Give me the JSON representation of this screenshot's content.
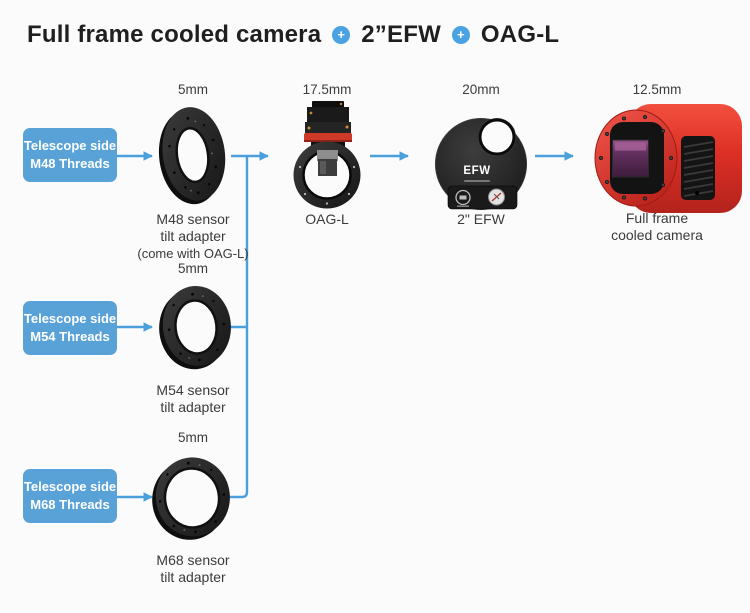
{
  "title": {
    "segment_camera": "Full frame cooled camera",
    "segment_efw": "2”EFW",
    "segment_oag": "OAG-L",
    "plus_glyph": "+"
  },
  "adapters": [
    {
      "box_line1": "Telescope side",
      "box_line2": "M48 Threads",
      "thickness": "5mm",
      "caption_line1": "M48 sensor",
      "caption_line2": "tilt adapter",
      "caption_line3": "(come with OAG-L)"
    },
    {
      "box_line1": "Telescope side",
      "box_line2": "M54 Threads",
      "thickness": "5mm",
      "caption_line1": "M54 sensor",
      "caption_line2": "tilt adapter"
    },
    {
      "box_line1": "Telescope side",
      "box_line2": "M68 Threads",
      "thickness": "5mm",
      "caption_line1": "M68 sensor",
      "caption_line2": "tilt adapter"
    }
  ],
  "oagl": {
    "thickness": "17.5mm",
    "caption": "OAG-L"
  },
  "efw": {
    "thickness": "20mm",
    "caption": "2\" EFW",
    "wheel_label": "EFW"
  },
  "camera": {
    "thickness": "12.5mm",
    "caption_line1": "Full frame",
    "caption_line2": "cooled camera"
  },
  "colors": {
    "accent_blue": "#4b9fdb",
    "box_blue": "#59a2d8",
    "title_text": "#1f1f1f",
    "label_text": "#3b3b3b",
    "camera_red": "#e03529",
    "device_black": "#1e1e1e",
    "oag_red_ring": "#cf3a28",
    "sensor_purple": "#5c2a58",
    "background": "#fbfbfb"
  }
}
